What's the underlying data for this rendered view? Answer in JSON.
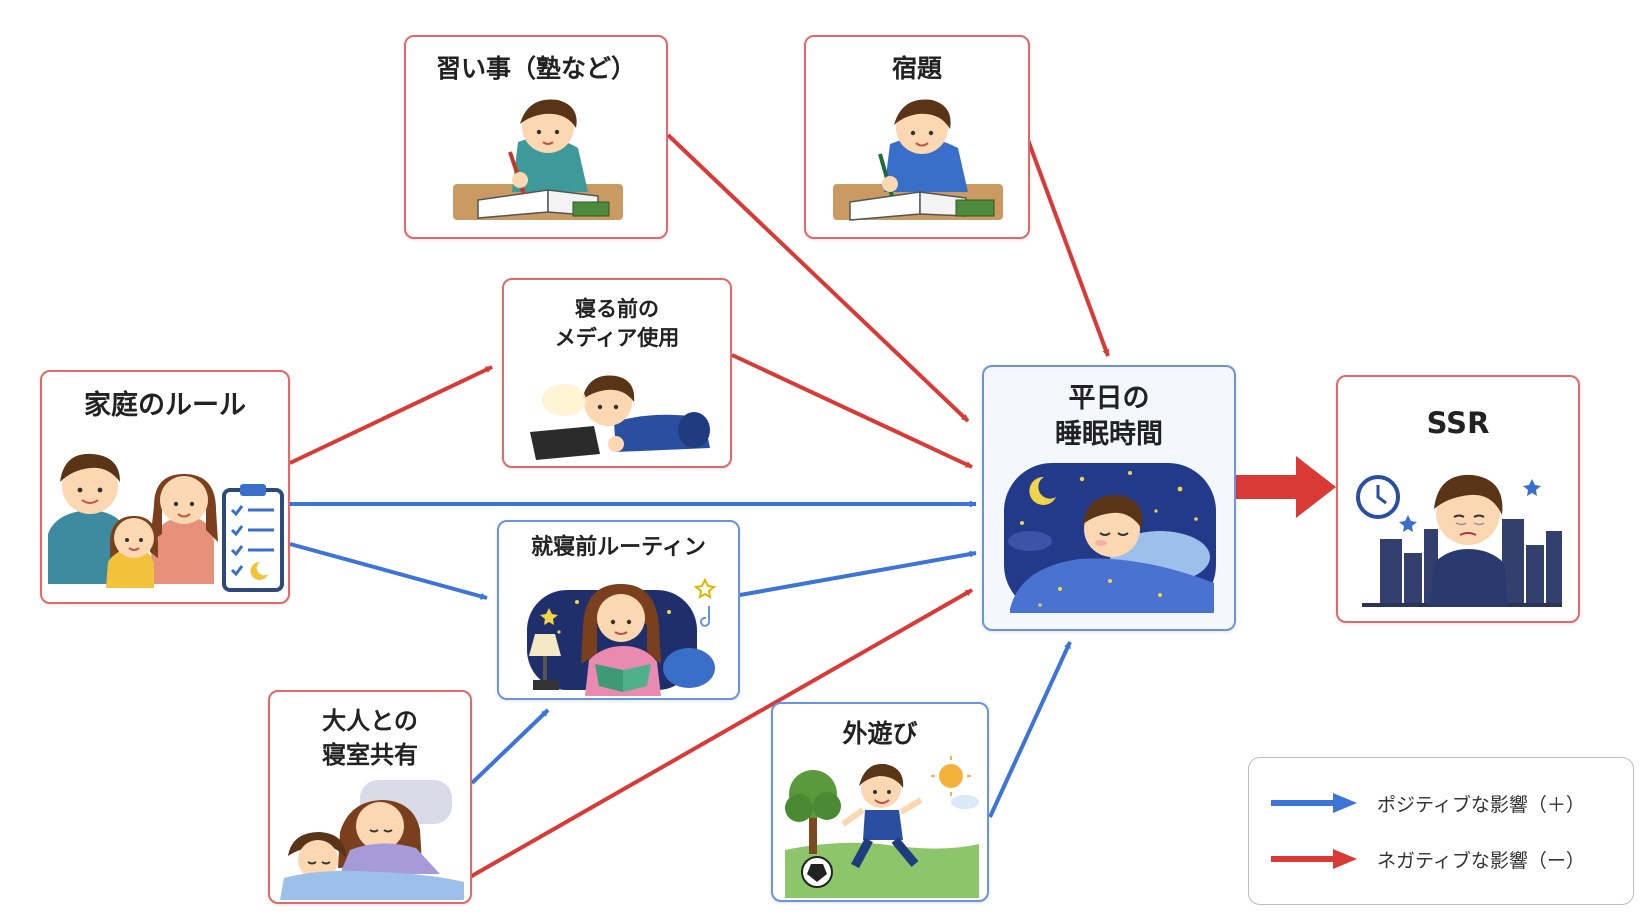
{
  "nodes": {
    "narai": {
      "label": "習い事（塾など）"
    },
    "shukudai": {
      "label": "宿題"
    },
    "media": {
      "label_line1": "寝る前の",
      "label_line2": "メディア使用"
    },
    "katei": {
      "label": "家庭のルール"
    },
    "routine": {
      "label": "就寝前ルーティン"
    },
    "otona": {
      "label_line1": "大人との",
      "label_line2": "寝室共有"
    },
    "sotoasobi": {
      "label": "外遊び"
    },
    "suimin": {
      "label_line1": "平日の",
      "label_line2": "睡眠時間"
    },
    "ssr": {
      "label": "SSR"
    }
  },
  "legend": {
    "positive": "ポジティブな影響（＋）",
    "negative": "ネガティブな影響（ー）"
  },
  "colors": {
    "positive": "#3d74d8",
    "negative": "#d93a36",
    "red_border": "#e06a6a",
    "blue_border": "#6b94e0"
  }
}
